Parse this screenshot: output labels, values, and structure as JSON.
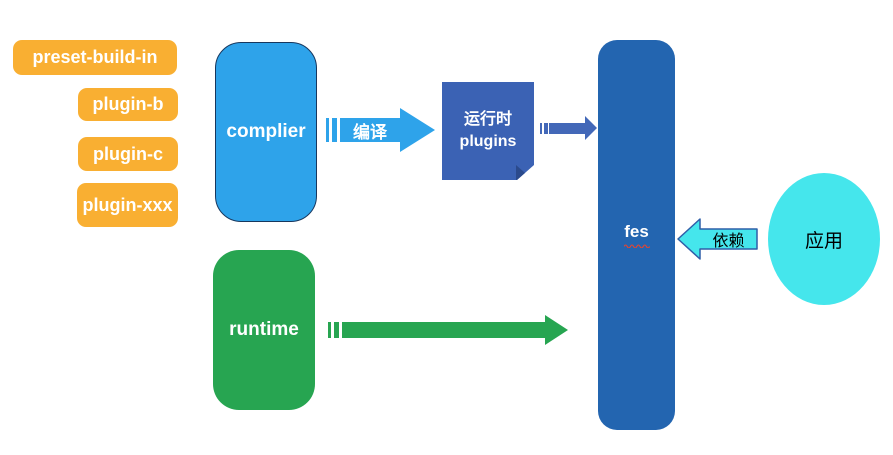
{
  "colors": {
    "orange": "#F9AF32",
    "light-blue": "#2EA3EA",
    "complier-border": "#17375E",
    "note-blue": "#3B62B4",
    "note-fold": "#2B4A8C",
    "arrow-blue": "#4368B8",
    "fes-blue": "#2365B0",
    "green": "#27A551",
    "cyan": "#45E6EC",
    "cyan-border": "#2F5EA8",
    "underline-red": "#E8442E"
  },
  "plugins": {
    "preset": "preset-build-in",
    "plugin_b": "plugin-b",
    "plugin_c": "plugin-c",
    "plugin_xxx": "plugin-xxx"
  },
  "complier": {
    "label": "complier"
  },
  "compile_arrow": {
    "label": "编译"
  },
  "runtime_plugins": {
    "line1": "运行时",
    "line2": "plugins"
  },
  "fes": {
    "label": "fes"
  },
  "runtime": {
    "label": "runtime"
  },
  "depend_arrow": {
    "label": "依赖"
  },
  "app": {
    "label": "应用"
  }
}
